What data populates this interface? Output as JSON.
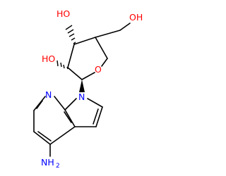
{
  "molecule": {
    "atoms": {
      "oh_top": "HO",
      "oh_left": "HO",
      "oh_right": "OH",
      "ring_o": "O",
      "n_ring": "N",
      "n_bottom": "N",
      "amine_n": "NH",
      "amine_sub": "2"
    },
    "colors": {
      "bond": "#000000",
      "oxygen": "#ff0000",
      "nitrogen": "#0000ff"
    }
  }
}
